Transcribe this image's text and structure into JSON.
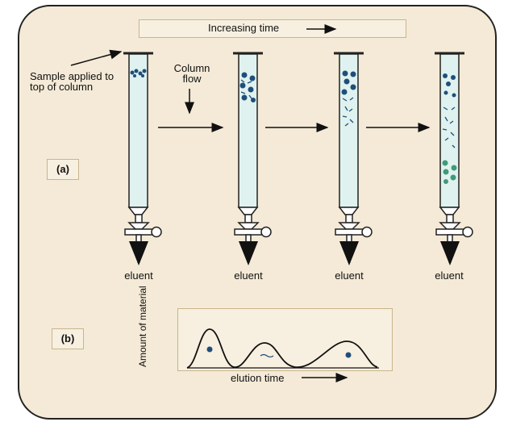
{
  "labels": {
    "increasing_time": "Increasing time",
    "sample_applied": "Sample applied to top of column",
    "column_flow": "Column flow",
    "panel_a": "(a)",
    "panel_b": "(b)",
    "eluent": "eluent",
    "y_axis": "Amount of material",
    "x_axis": "elution time"
  },
  "colors": {
    "background_panel": "#f4ead7",
    "column_fill": "#dff2ef",
    "dark_blue_molecule": "#1f4e7a",
    "green_molecule": "#3f9a78",
    "outline": "#222222"
  },
  "columns_count": 4
}
